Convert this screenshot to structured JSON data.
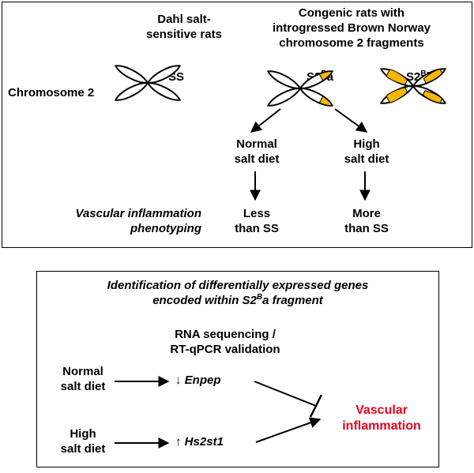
{
  "panel_top": {
    "ss_header": [
      "Dahl salt-",
      "sensitive rats"
    ],
    "congenic_header": [
      "Congenic rats with",
      "introgressed Brown Norway",
      "chromosome 2 fragments"
    ],
    "row_label": "Chromosome 2",
    "strain_ss": "SS",
    "strain_a": {
      "base": "S2",
      "sup": "B",
      "suffix": "a"
    },
    "strain_b": {
      "base": "S2",
      "sup": "B",
      "suffix": "b"
    },
    "normal_diet": [
      "Normal",
      "salt diet"
    ],
    "high_diet": [
      "High",
      "salt diet"
    ],
    "phenotyping": [
      "Vascular inflammation",
      "phenotyping"
    ],
    "result_normal": [
      "Less",
      "than SS"
    ],
    "result_high": [
      "More",
      "than SS"
    ]
  },
  "panel_bottom": {
    "title_line1": "Identification of differentially expressed genes",
    "title_line2": {
      "pre": "encoded within S2",
      "sup": "B",
      "post": "a fragment"
    },
    "method": [
      "RNA sequencing /",
      "RT-qPCR validation"
    ],
    "normal_diet": [
      "Normal",
      "salt diet"
    ],
    "high_diet": [
      "High",
      "salt diet"
    ],
    "gene_down": {
      "arrow": "↓",
      "name": "Enpep"
    },
    "gene_up": {
      "arrow": "↑",
      "name": "Hs2st1"
    },
    "outcome": [
      "Vascular",
      "inflammation"
    ]
  },
  "colors": {
    "fragment": "#f5b800",
    "outcome": "#e8001c",
    "chromosome": "#000000"
  }
}
